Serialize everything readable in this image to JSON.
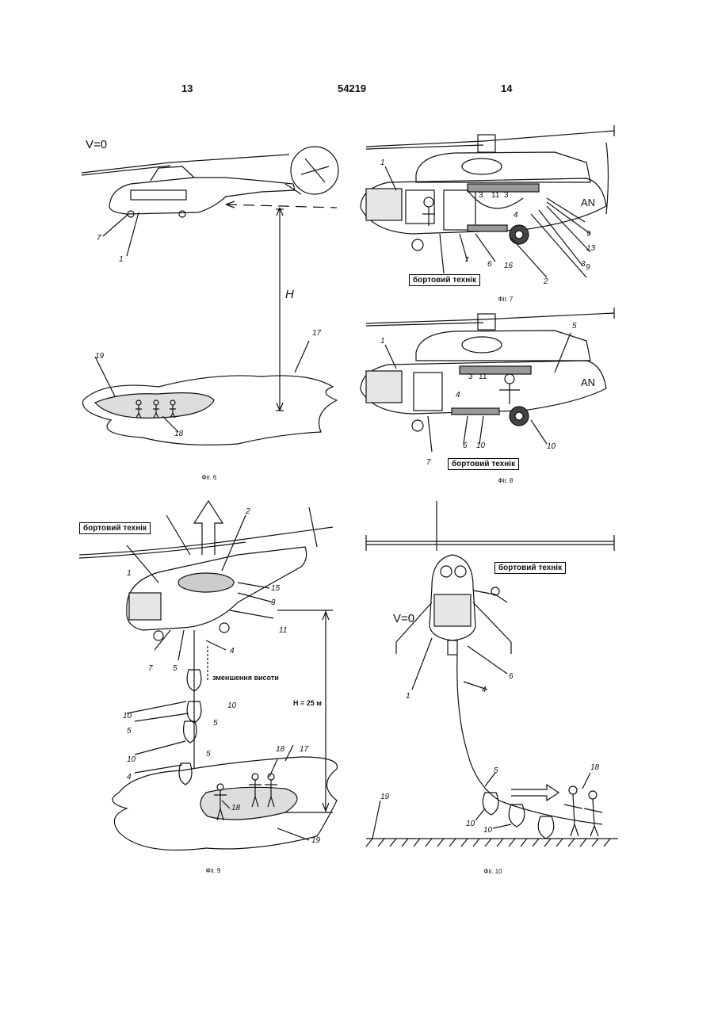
{
  "header": {
    "page_left": "13",
    "doc_number": "54219",
    "page_right": "14"
  },
  "labels": {
    "technician": "бортовий технік"
  },
  "fig6": {
    "caption": "Фіг. 6",
    "speed": "V=0",
    "height": "H",
    "callouts": [
      "7",
      "1",
      "17",
      "19",
      "18"
    ]
  },
  "fig7": {
    "caption": "Фіг. 7",
    "callouts": [
      "1",
      "3",
      "11",
      "3",
      "4",
      "9",
      "13",
      "3",
      "9",
      "7",
      "6",
      "16",
      "2"
    ],
    "tail": "AN"
  },
  "fig8": {
    "caption": "Фіг. 8",
    "callouts": [
      "1",
      "5",
      "3",
      "11",
      "4",
      "7",
      "6",
      "10",
      "10"
    ],
    "tail": "AN"
  },
  "fig9": {
    "caption": "Фіг. 9",
    "callouts": [
      "2",
      "1",
      "15",
      "3",
      "11",
      "7",
      "5",
      "4",
      "10",
      "10",
      "5",
      "5",
      "10",
      "5",
      "4",
      "18",
      "17",
      "18",
      "19"
    ],
    "descent": "зменшення висоти",
    "height": "H = 25 м"
  },
  "fig10": {
    "caption": "Фіг. 10",
    "speed": "V=0",
    "callouts": [
      "6",
      "1",
      "4",
      "5",
      "18",
      "10",
      "10",
      "19"
    ]
  }
}
